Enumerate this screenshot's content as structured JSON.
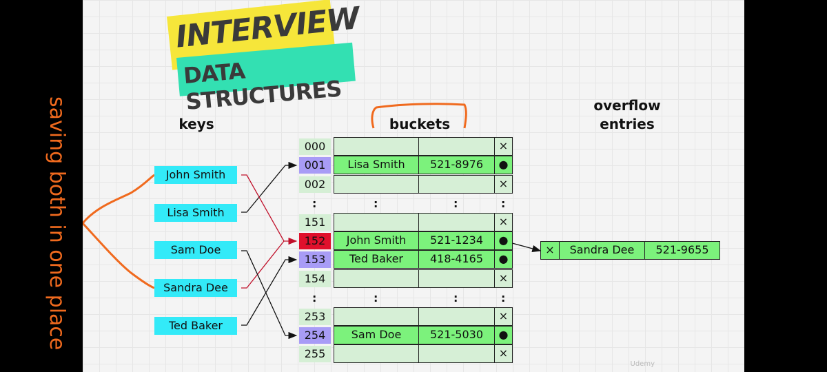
{
  "badge": {
    "line1": "INTERVIEW",
    "line2": "DATA STRUCTURES"
  },
  "headings": {
    "keys": "keys",
    "buckets": "buckets",
    "overflow": "overflow\nentries"
  },
  "keys": [
    "John Smith",
    "Lisa Smith",
    "Sam Doe",
    "Sandra Dee",
    "Ted Baker"
  ],
  "indices": [
    "000",
    "001",
    "002",
    "151",
    "152",
    "153",
    "154",
    "253",
    "254",
    "255"
  ],
  "rows": [
    {
      "name": "",
      "phone": "",
      "ptr": "×"
    },
    {
      "name": "Lisa Smith",
      "phone": "521-8976",
      "ptr": "●"
    },
    {
      "name": "",
      "phone": "",
      "ptr": "×"
    },
    {
      "name": "",
      "phone": "",
      "ptr": "×"
    },
    {
      "name": "John Smith",
      "phone": "521-1234",
      "ptr": "●"
    },
    {
      "name": "Ted Baker",
      "phone": "418-4165",
      "ptr": "●"
    },
    {
      "name": "",
      "phone": "",
      "ptr": "×"
    },
    {
      "name": "",
      "phone": "",
      "ptr": "×"
    },
    {
      "name": "Sam Doe",
      "phone": "521-5030",
      "ptr": "●"
    },
    {
      "name": "",
      "phone": "",
      "ptr": "×"
    }
  ],
  "overflow": {
    "ptr": "×",
    "name": "Sandra Dee",
    "phone": "521-9655"
  },
  "ellipsis": ":",
  "annotation": "saving both in one place",
  "watermark": "Udemy",
  "colors": {
    "key": "#33eaf8",
    "bucket_full": "#7cf27c",
    "bucket_empty": "#d6efd6",
    "index_highlight": "#a89cf6",
    "index_collision": "#e0102c",
    "annotation": "#f06a1e"
  }
}
